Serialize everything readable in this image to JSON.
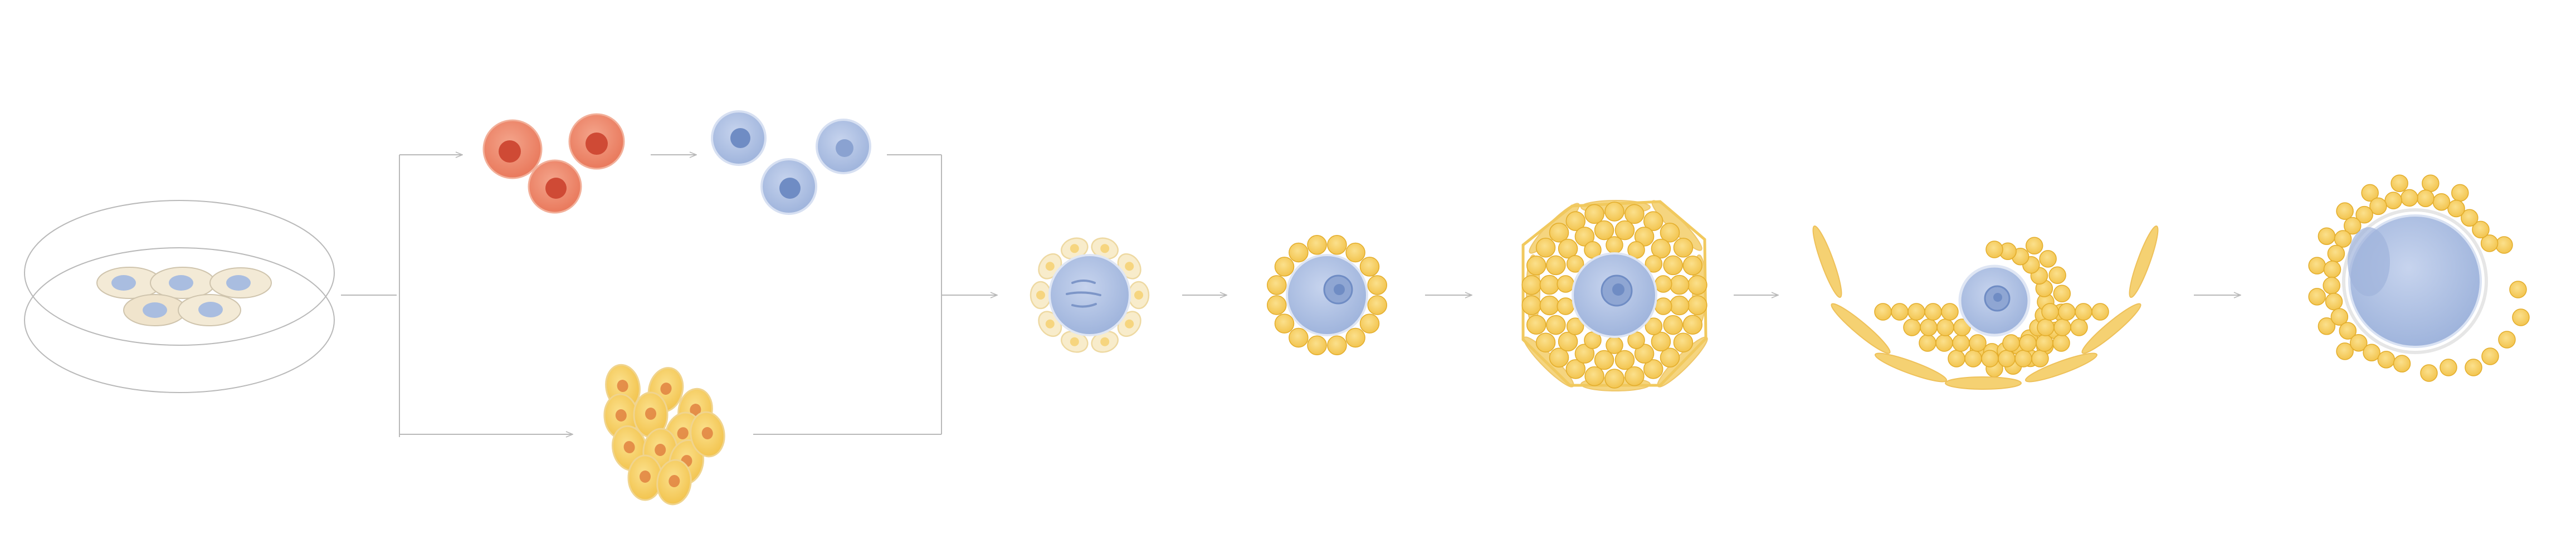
{
  "diagram": {
    "stages": [
      {
        "id": "culture-dish",
        "name": "culture-dish-with-cells"
      },
      {
        "id": "red-cells",
        "name": "red-cell-cluster"
      },
      {
        "id": "blue-cells",
        "name": "blue-cell-cluster"
      },
      {
        "id": "yellow-cells",
        "name": "yellow-cell-cluster"
      },
      {
        "id": "stage-1",
        "name": "oocyte-stage-1"
      },
      {
        "id": "stage-2",
        "name": "oocyte-stage-2"
      },
      {
        "id": "stage-3",
        "name": "oocyte-stage-3"
      },
      {
        "id": "stage-4",
        "name": "oocyte-stage-4"
      },
      {
        "id": "stage-5",
        "name": "oocyte-stage-5"
      }
    ],
    "colors": {
      "red_cell": "#ee8a70",
      "red_nucleus": "#cf4a35",
      "blue_cell": "#a9bde0",
      "blue_nucleus": "#6f8cc4",
      "yellow_cell": "#f6cf63",
      "yellow_edge": "#e3ad2b",
      "pale_cell": "#f3ead6",
      "line": "#b9b9b9"
    }
  }
}
